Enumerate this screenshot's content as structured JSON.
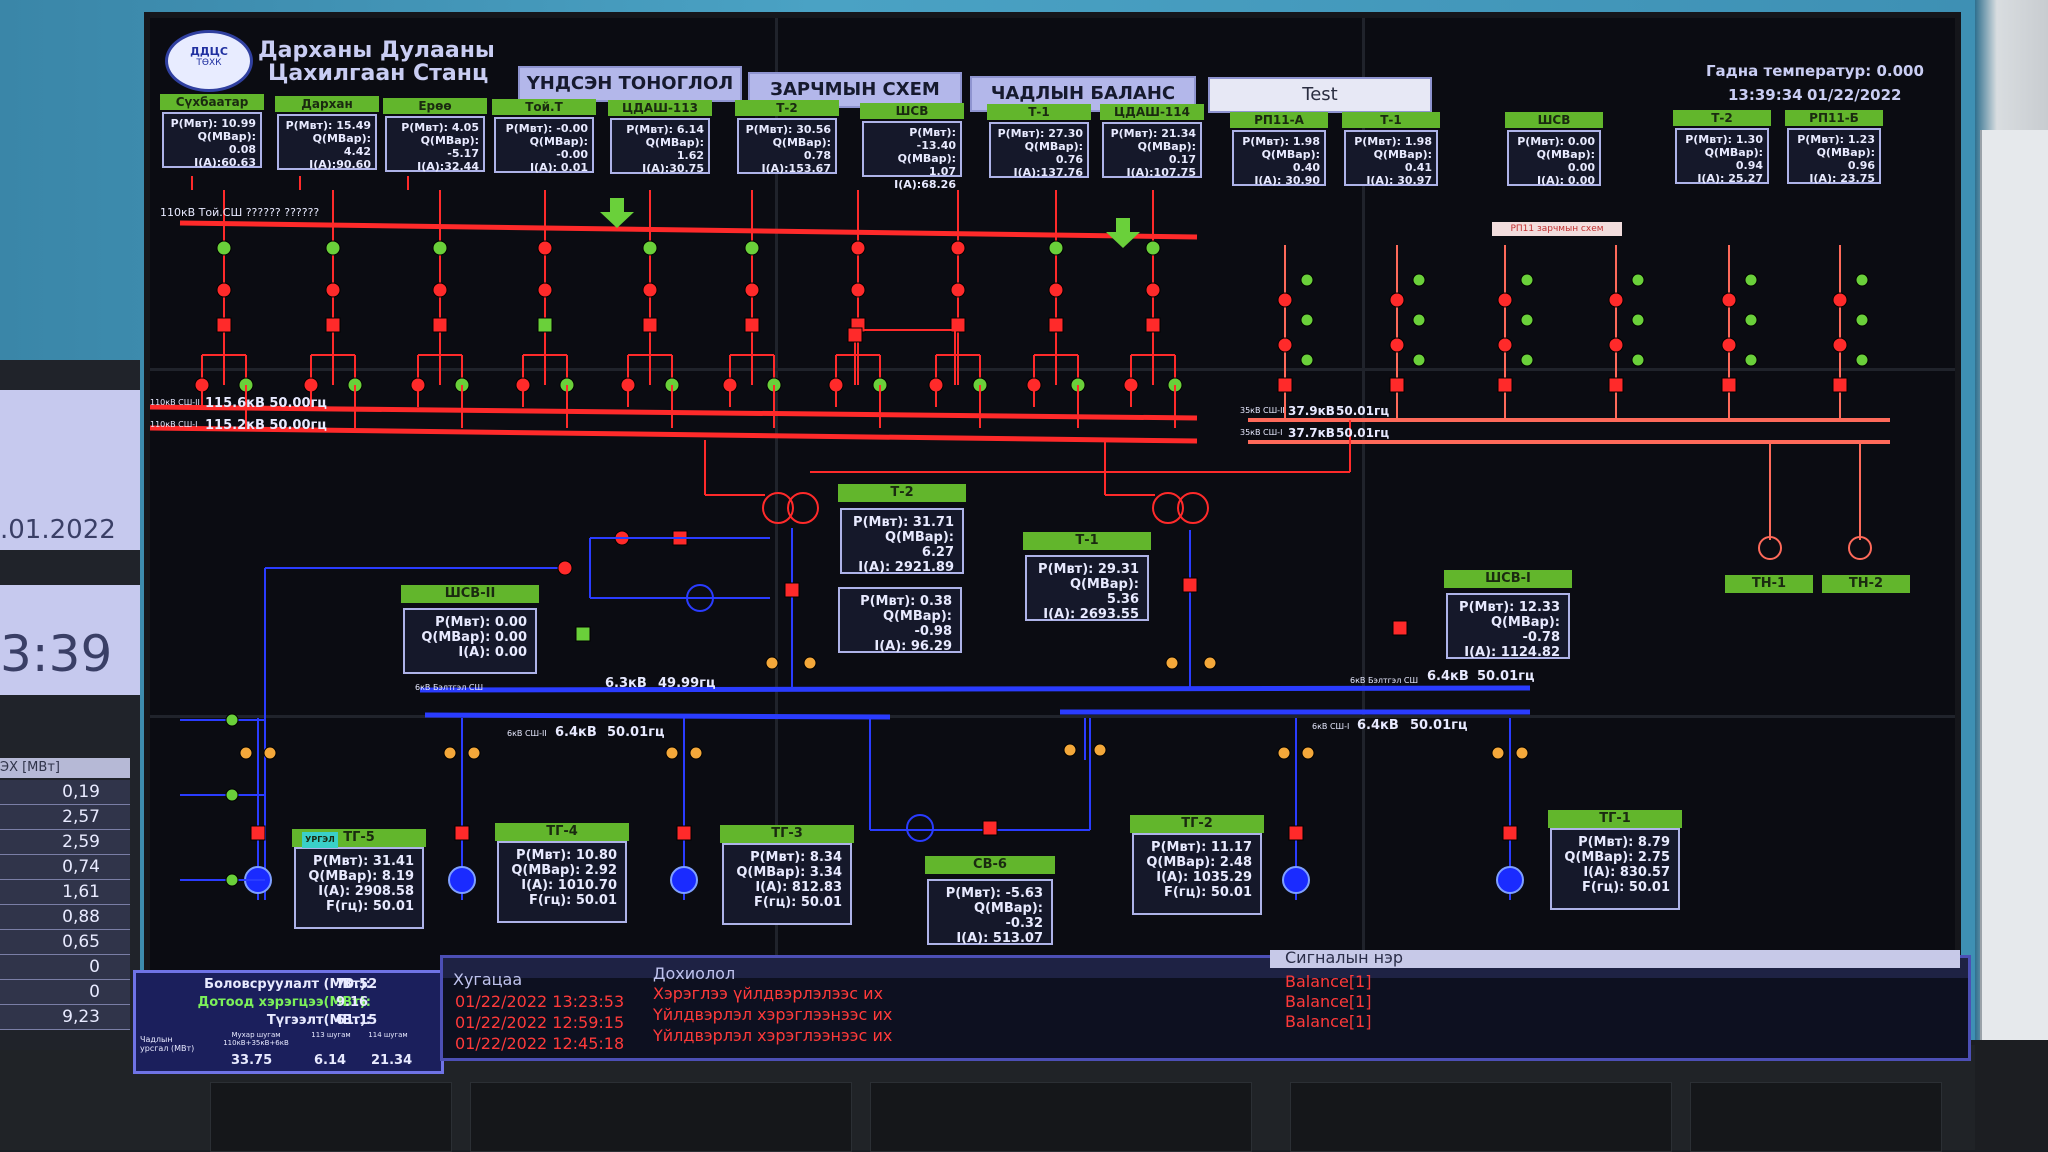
{
  "header": {
    "logo_text": "ДДЦС",
    "logo_sub": "ТӨХК",
    "station_line1": "Дарханы Дулааны",
    "station_line2": "Цахилгаан Станц",
    "tabs": [
      "ҮНДСЭН ТОНОГЛОЛ",
      "ЗАРЧМЫН СХЕМ",
      "ЧАДЛЫН БАЛАНС",
      "Test"
    ],
    "temperature": "Гадна температур: 0.000",
    "time": "13:39:34",
    "date": "01/22/2022"
  },
  "feeders_110": [
    {
      "name": "Сүхбаатар",
      "p": "P(Мвт): 10.99",
      "q": "Q(MBap): 0.08",
      "i": "I(A):60.63"
    },
    {
      "name": "Дархан",
      "p": "P(Мвт): 15.49",
      "q": "Q(MBap): 4.42",
      "i": "I(A):90.60"
    },
    {
      "name": "Ерөө",
      "p": "P(Мвт): 4.05",
      "q": "Q(MBap): -5.17",
      "i": "I(A):32.44"
    },
    {
      "name": "Той.Т",
      "p": "P(Мвт): -0.00",
      "q": "Q(MBap): -0.00",
      "i": "I(A): 0.01"
    },
    {
      "name": "ЦДАШ-113",
      "p": "P(Мвт): 6.14",
      "q": "Q(MBap): 1.62",
      "i": "I(A):30.75"
    },
    {
      "name": "Т-2",
      "p": "P(Мвт): 30.56",
      "q": "Q(MBap): 0.78",
      "i": "I(A):153.67"
    },
    {
      "name": "ШСВ",
      "p": "P(Мвт): -13.40",
      "q": "Q(MBap): 1.07",
      "i": "I(A):68.26"
    },
    {
      "name": "Т-1",
      "p": "P(Мвт): 27.30",
      "q": "Q(MBap): 0.76",
      "i": "I(A):137.76"
    },
    {
      "name": "ЦДАШ-114",
      "p": "P(Мвт): 21.34",
      "q": "Q(MBap): 0.17",
      "i": "I(A):107.75"
    }
  ],
  "feeders_35": [
    {
      "name": "РП11-А",
      "p": "P(Мвт): 1.98",
      "q": "Q(MBap): 0.40",
      "i": "I(A): 30.90"
    },
    {
      "name": "Т-1",
      "p": "P(Мвт): 1.98",
      "q": "Q(MBap): 0.41",
      "i": "I(A): 30.97"
    },
    {
      "name": "ШСВ",
      "p": "P(Мвт): 0.00",
      "q": "Q(MBap): 0.00",
      "i": "I(A): 0.00"
    },
    {
      "name": "Т-2",
      "p": "P(Мвт): 1.30",
      "q": "Q(MBap): 0.94",
      "i": "I(A): 25.27"
    },
    {
      "name": "РП11-Б",
      "p": "P(Мвт): 1.23",
      "q": "Q(MBap): 0.96",
      "i": "I(A): 23.75"
    }
  ],
  "bus_110": {
    "label_top": "110кВ Той.СШ ?????? ??????",
    "bus1_name": "110кВ СШ-II",
    "bus1_val": "115.6кВ 50.00гц",
    "bus2_name": "110кВ СШ-I",
    "bus2_val": "115.2кВ 50.00гц"
  },
  "bus_35": {
    "bus1_name": "35кВ СШ-II",
    "bus1_val": "37.9кВ",
    "bus1_f": "50.01гц",
    "bus2_name": "35кВ СШ-I",
    "bus2_val": "37.7кВ",
    "bus2_f": "50.01гц",
    "rp11_button": "РП11 зарчмын схем"
  },
  "transformers": [
    {
      "name": "Т-2",
      "p": "P(Мвт): 31.71",
      "q": "Q(MBap): 6.27",
      "i": "I(A): 2921.89"
    },
    {
      "name": "",
      "p": "P(Мвт): 0.38",
      "q": "Q(MBap): -0.98",
      "i": "I(A): 96.29"
    },
    {
      "name": "Т-1",
      "p": "P(Мвт): 29.31",
      "q": "Q(MBap): 5.36",
      "i": "I(A): 2693.55"
    }
  ],
  "shsv": [
    {
      "name": "ШСВ-II",
      "p": "P(Мвт): 0.00",
      "q": "Q(MBap): 0.00",
      "i": "I(A): 0.00"
    },
    {
      "name": "ШСВ-I",
      "p": "P(Мвт): 12.33",
      "q": "Q(MBap): -0.78",
      "i": "I(A): 1124.82"
    }
  ],
  "bus_6": {
    "reserve_left_name": "6кВ Бэлтгэл СШ",
    "reserve_left_v": "6.3кВ",
    "reserve_left_f": "49.99гц",
    "left_name": "6кВ СШ-II",
    "left_v": "6.4кВ",
    "left_f": "50.01гц",
    "reserve_right_name": "6кВ Бэлтгэл СШ",
    "reserve_right_v": "6.4кВ",
    "reserve_right_f": "50.01гц",
    "right_name": "6кВ СШ-I",
    "right_v": "6.4кВ",
    "right_f": "50.01гц"
  },
  "generators": [
    {
      "name": "ТГ-5",
      "tag": "УРГЭЛ",
      "p": "P(Мвт): 31.41",
      "q": "Q(MBap): 8.19",
      "i": "I(A): 2908.58",
      "f": "F(гц): 50.01"
    },
    {
      "name": "ТГ-4",
      "p": "P(Мвт): 10.80",
      "q": "Q(MBap): 2.92",
      "i": "I(A): 1010.70",
      "f": "F(гц): 50.01"
    },
    {
      "name": "ТГ-3",
      "p": "P(Мвт): 8.34",
      "q": "Q(MBap): 3.34",
      "i": "I(A): 812.83",
      "f": "F(гц): 50.01"
    },
    {
      "name": "ТГ-2",
      "p": "P(Мвт): 11.17",
      "q": "Q(MBap): 2.48",
      "i": "I(A): 1035.29",
      "f": "F(гц): 50.01"
    },
    {
      "name": "ТГ-1",
      "p": "P(Мвт): 8.79",
      "q": "Q(MBap): 2.75",
      "i": "I(A): 830.57",
      "f": "F(гц): 50.01"
    }
  ],
  "sv6": {
    "name": "СВ-6",
    "p": "P(Мвт): -5.63",
    "q": "Q(MBap): -0.32",
    "i": "I(A): 513.07"
  },
  "tn": [
    "ТН-1",
    "ТН-2"
  ],
  "summary": {
    "gen_label": "Боловсруулалт (МВт):",
    "gen_val": "70.52",
    "own_label": "Дотоод хэрэгцээ(МВт):",
    "own_val": "9.16",
    "out_label": "Түгээлт(МВт):",
    "out_val": "61.15",
    "flow_label": "Чадлын урсгал (МВт)",
    "col1_head": "Мухар шугам 110кВ+35кВ+6кВ",
    "col1_val": "33.75",
    "col2_head": "113 шугам",
    "col2_val": "6.14",
    "col3_head": "114 шугам",
    "col3_val": "21.34"
  },
  "alarms": {
    "col_time": "Хугацаа",
    "col_desc": "Дохиолол",
    "col_signal": "Сигналын нэр",
    "rows": [
      {
        "time": "01/22/2022 13:23:53",
        "desc": "Хэрэглээ үйлдвэрлэлээс их",
        "signal": "Balance[1]"
      },
      {
        "time": "01/22/2022 12:59:15",
        "desc": "Үйлдвэрлэл хэрэглээнээс их",
        "signal": "Balance[1]"
      },
      {
        "time": "01/22/2022 12:45:18",
        "desc": "Үйлдвэрлэл хэрэглээнээс их",
        "signal": "Balance[1]"
      }
    ]
  },
  "left_screen": {
    "date": ".01.2022",
    "time": "3:39",
    "table_head": "ЭХ [МВт]",
    "values": [
      "0,19",
      "2,57",
      "2,59",
      "0,74",
      "1,61",
      "0,88",
      "0,65",
      "0",
      "0",
      "9,23"
    ]
  },
  "colors": {
    "red": "#ff2a2a",
    "blue": "#2a3cff",
    "green": "#6ad03a",
    "panel_bg": "#0b0c12"
  }
}
